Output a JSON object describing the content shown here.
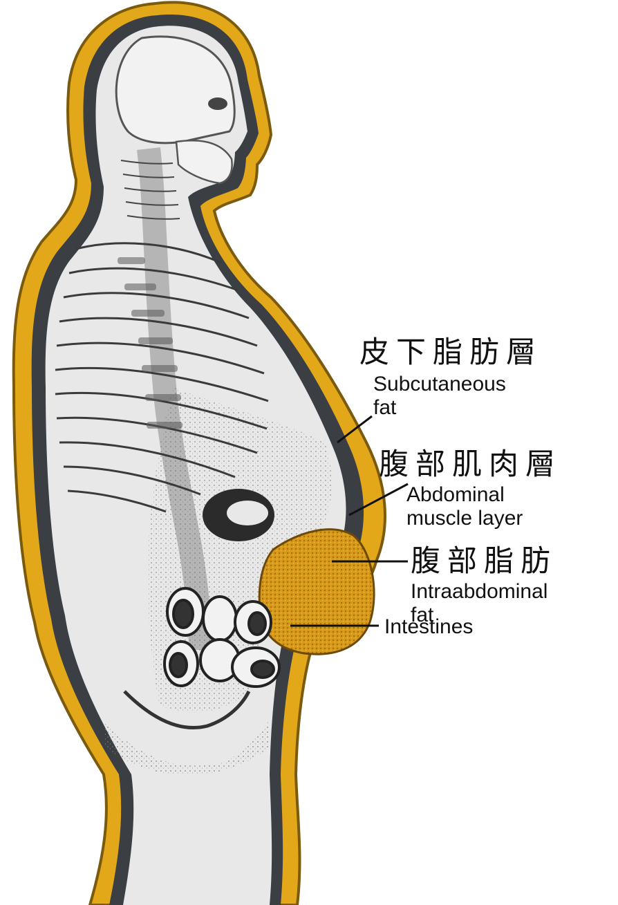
{
  "diagram": {
    "colors": {
      "fat": "#e3a81a",
      "fat_edge": "#7a5a0c",
      "muscle": "#3b3f44",
      "body": "#e8e8e8",
      "bone": "#9a9a9a",
      "label_text": "#111111"
    },
    "labels": {
      "subcutaneous_fat": {
        "zh": "皮下脂肪層",
        "en": [
          "Subcutaneous",
          "fat"
        ]
      },
      "abdominal_muscle": {
        "zh": "腹部肌肉層",
        "en": [
          "Abdominal",
          "muscle layer"
        ]
      },
      "intraabdominal_fat": {
        "zh": "腹部脂肪",
        "en": [
          "Intraabdominal",
          "fat"
        ]
      },
      "intestines": {
        "en": "Intestines"
      }
    }
  }
}
